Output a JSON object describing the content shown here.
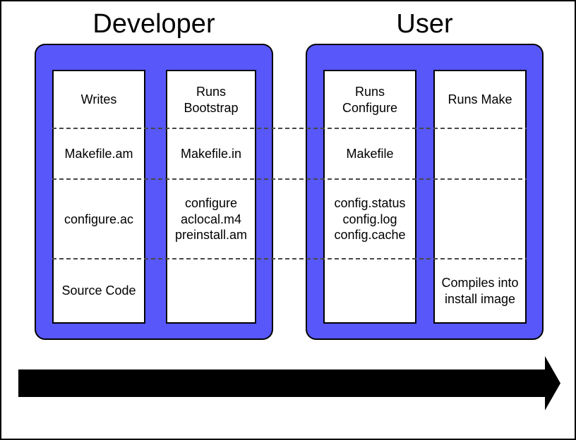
{
  "diagram": {
    "description": "Autotools build process flow diagram",
    "colors": {
      "panel_blue": "#5757fa",
      "dash_gray": "#484848",
      "border_black": "#000000",
      "arrow_black": "#000000",
      "background": "#ffffff"
    },
    "panels": [
      {
        "name": "developer",
        "title": "Developer",
        "columns": [
          {
            "name": "writes",
            "cells": [
              "Writes",
              "Makefile.am",
              "configure.ac",
              "Source Code"
            ]
          },
          {
            "name": "runs-bootstrap",
            "cells": [
              "Runs\nBootstrap",
              "Makefile.in",
              "configure\naclocal.m4\npreinstall.am",
              ""
            ]
          }
        ]
      },
      {
        "name": "user",
        "title": "User",
        "columns": [
          {
            "name": "runs-configure",
            "cells": [
              "Runs\nConfigure",
              "Makefile",
              "config.status\nconfig.log\nconfig.cache",
              ""
            ]
          },
          {
            "name": "runs-make",
            "cells": [
              "Runs Make",
              "",
              "",
              "Compiles into\ninstall image"
            ]
          }
        ]
      }
    ],
    "separator_lines": 3,
    "arrow": {
      "direction": "right",
      "meaning": "process flow over time"
    }
  }
}
